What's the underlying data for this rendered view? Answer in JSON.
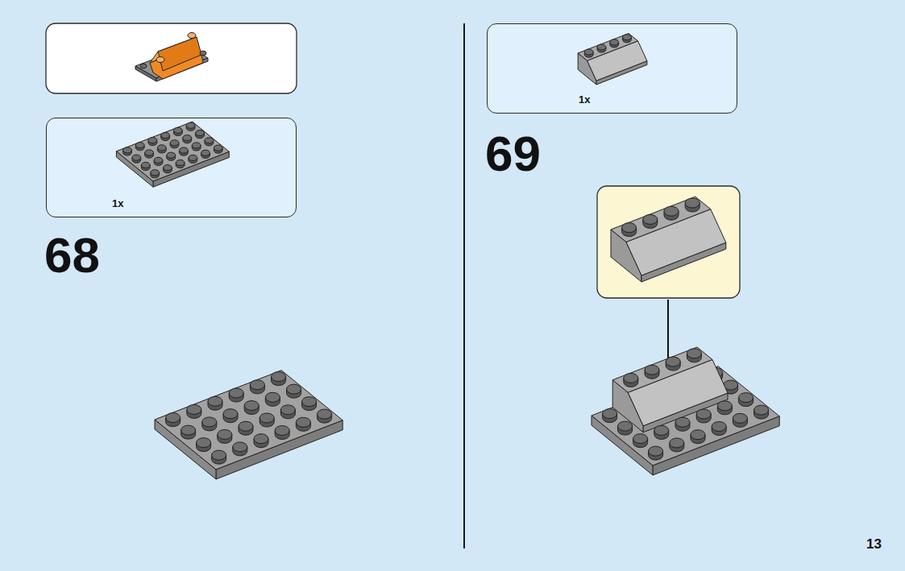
{
  "diagram": {
    "nodes": [
      {
        "text": [
          "1x"
        ]
      },
      {
        "text": [
          "1x"
        ]
      }
    ],
    "labels": [
      "68",
      "69",
      "13"
    ]
  }
}
